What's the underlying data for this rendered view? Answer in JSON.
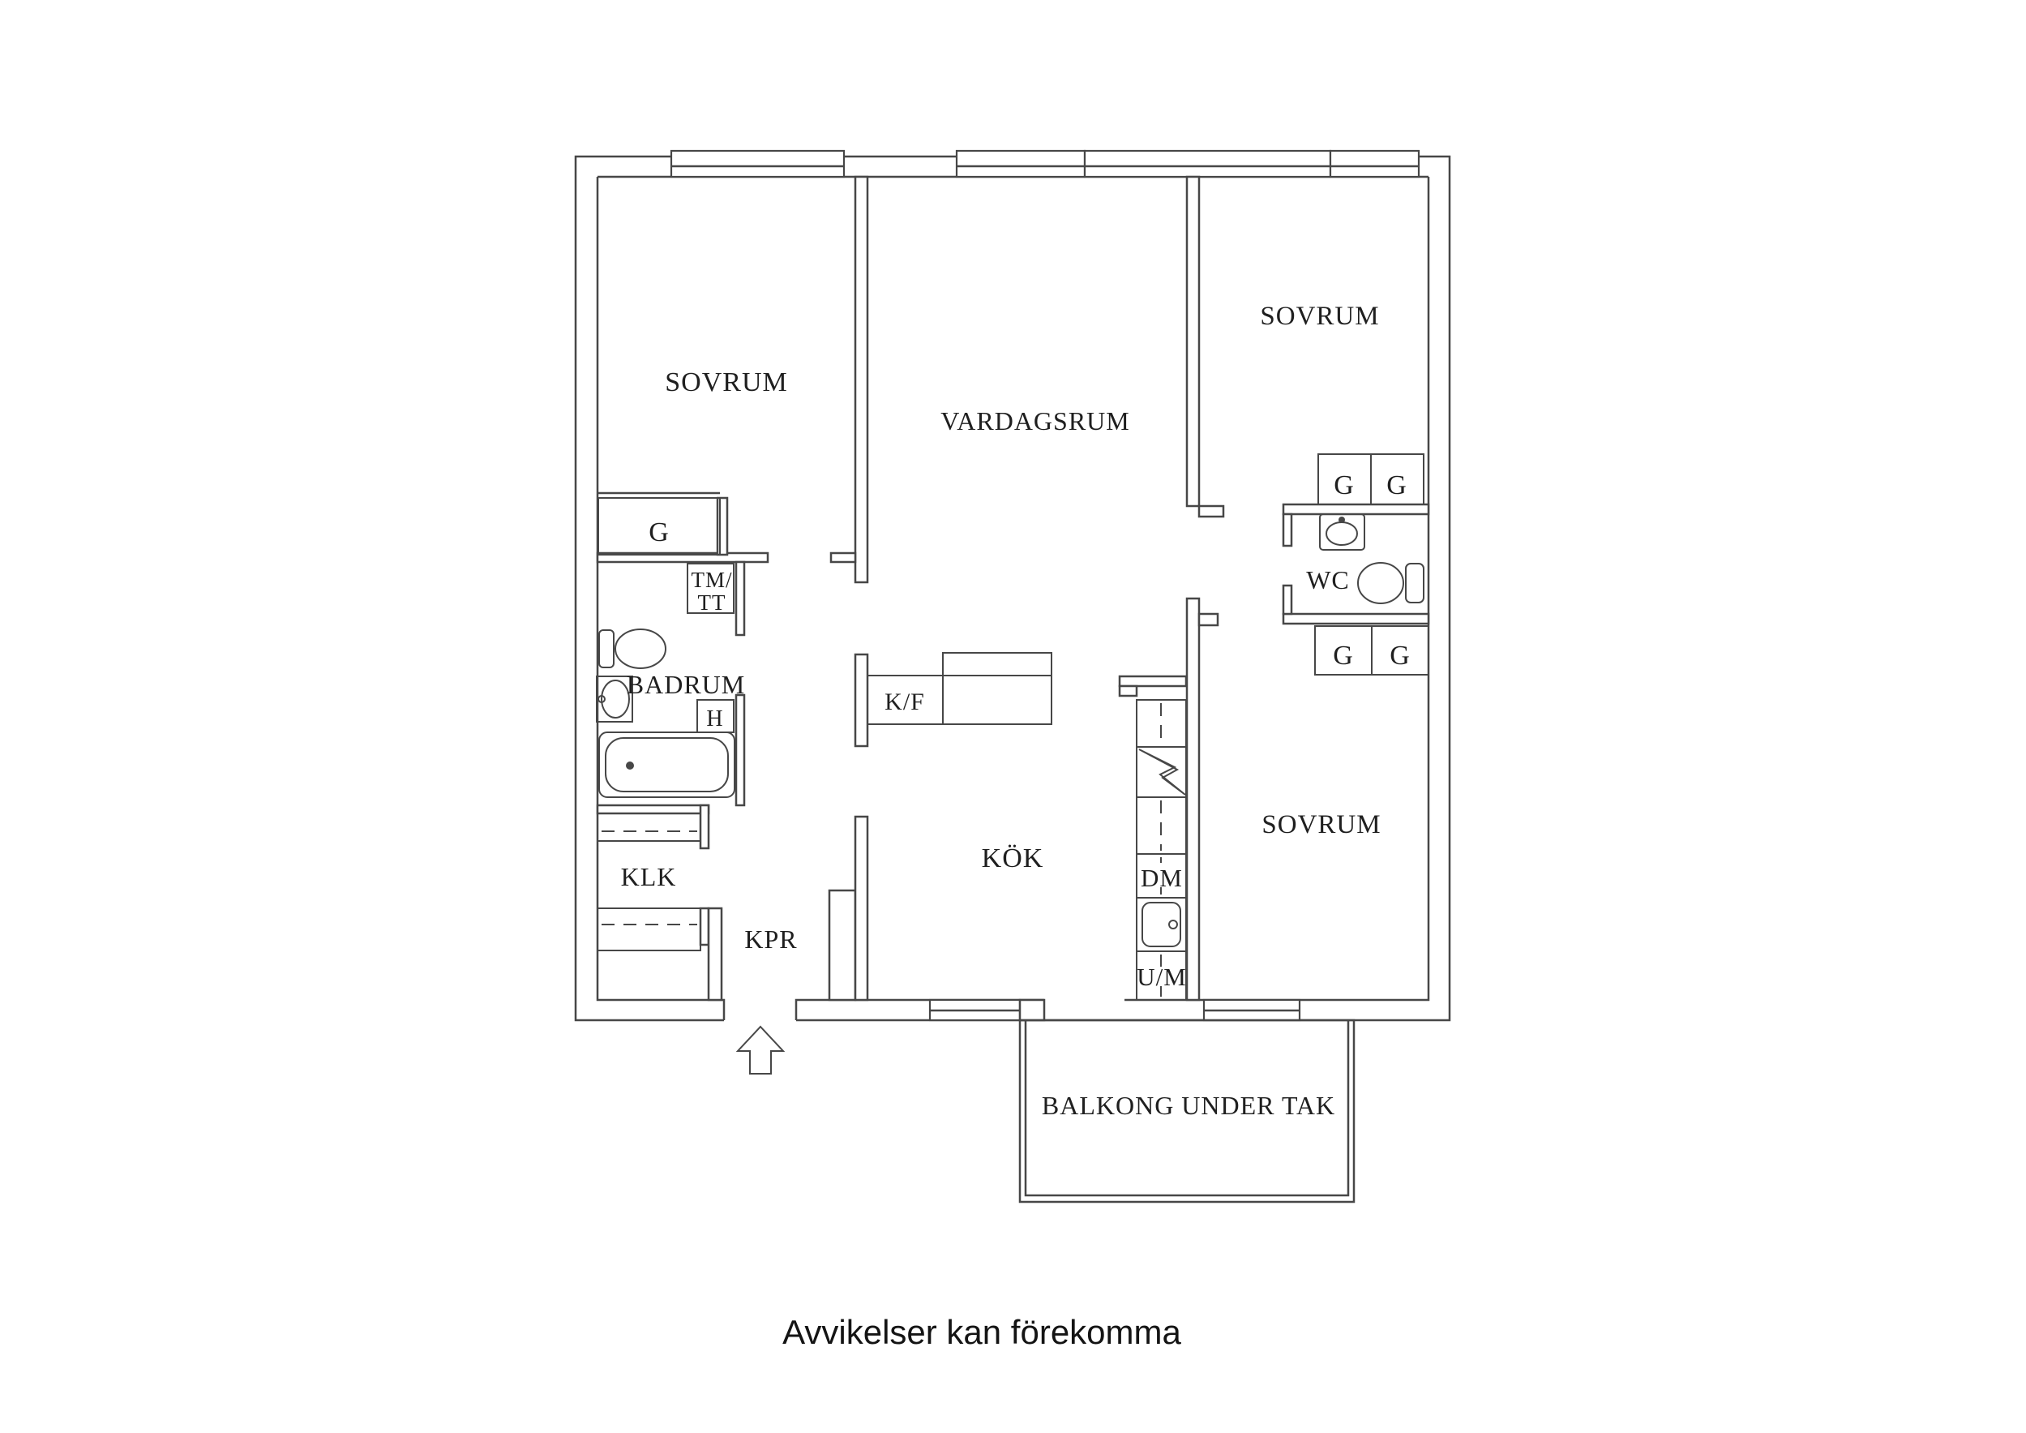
{
  "floorplan": {
    "rooms": {
      "bedroom_top_left": "SOVRUM",
      "living_room": "VARDAGSRUM",
      "bedroom_top_right": "SOVRUM",
      "bedroom_bottom_right": "SOVRUM",
      "kitchen": "KÖK",
      "bathroom": "BADRUM",
      "wc": "WC",
      "walk_in_closet": "KLK",
      "hallway": "KPR",
      "balcony": "BALKONG UNDER TAK"
    },
    "fixtures": {
      "wardrobe": "G",
      "washer_dryer_line1": "TM/",
      "washer_dryer_line2": "TT",
      "fridge_freezer": "K/F",
      "dishwasher": "DM",
      "washing_machine": "U/M",
      "shelf": "H"
    },
    "colors": {
      "line": "#474747",
      "text": "#1f1f1f",
      "background": "#ffffff"
    }
  },
  "caption": "Avvikelser kan förekomma"
}
